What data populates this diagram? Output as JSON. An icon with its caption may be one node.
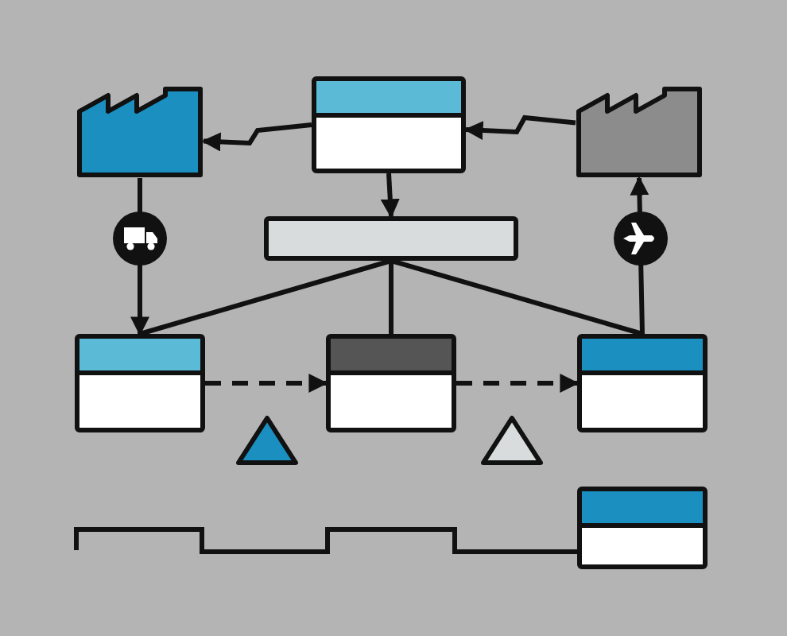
{
  "diagram": {
    "nodes": [
      {
        "text": [],
        "shape": "factory"
      },
      {
        "text": [],
        "shape": "box"
      },
      {
        "text": [],
        "shape": "factory"
      },
      {
        "text": [],
        "shape": "bar"
      },
      {
        "text": [],
        "shape": "box"
      },
      {
        "text": [],
        "shape": "box"
      },
      {
        "text": [],
        "shape": "box"
      },
      {
        "text": [],
        "shape": "triangle"
      },
      {
        "text": [],
        "shape": "triangle"
      },
      {
        "text": [],
        "shape": "box"
      }
    ],
    "edges": [
      {
        "from": 1,
        "to": 0,
        "arrow": "to"
      },
      {
        "from": 2,
        "to": 1,
        "arrow": "to"
      },
      {
        "from": 1,
        "to": 3,
        "arrow": "to"
      },
      {
        "from": 0,
        "to": 4,
        "arrow": "to"
      },
      {
        "from": 6,
        "to": 2,
        "arrow": "to"
      },
      {
        "from": 3,
        "to": 4,
        "arrow": "none"
      },
      {
        "from": 3,
        "to": 5,
        "arrow": "none"
      },
      {
        "from": 3,
        "to": 6,
        "arrow": "none"
      },
      {
        "from": 4,
        "to": 5,
        "arrow": "to",
        "style": "dashed"
      },
      {
        "from": 5,
        "to": 6,
        "arrow": "to",
        "style": "dashed"
      }
    ]
  }
}
